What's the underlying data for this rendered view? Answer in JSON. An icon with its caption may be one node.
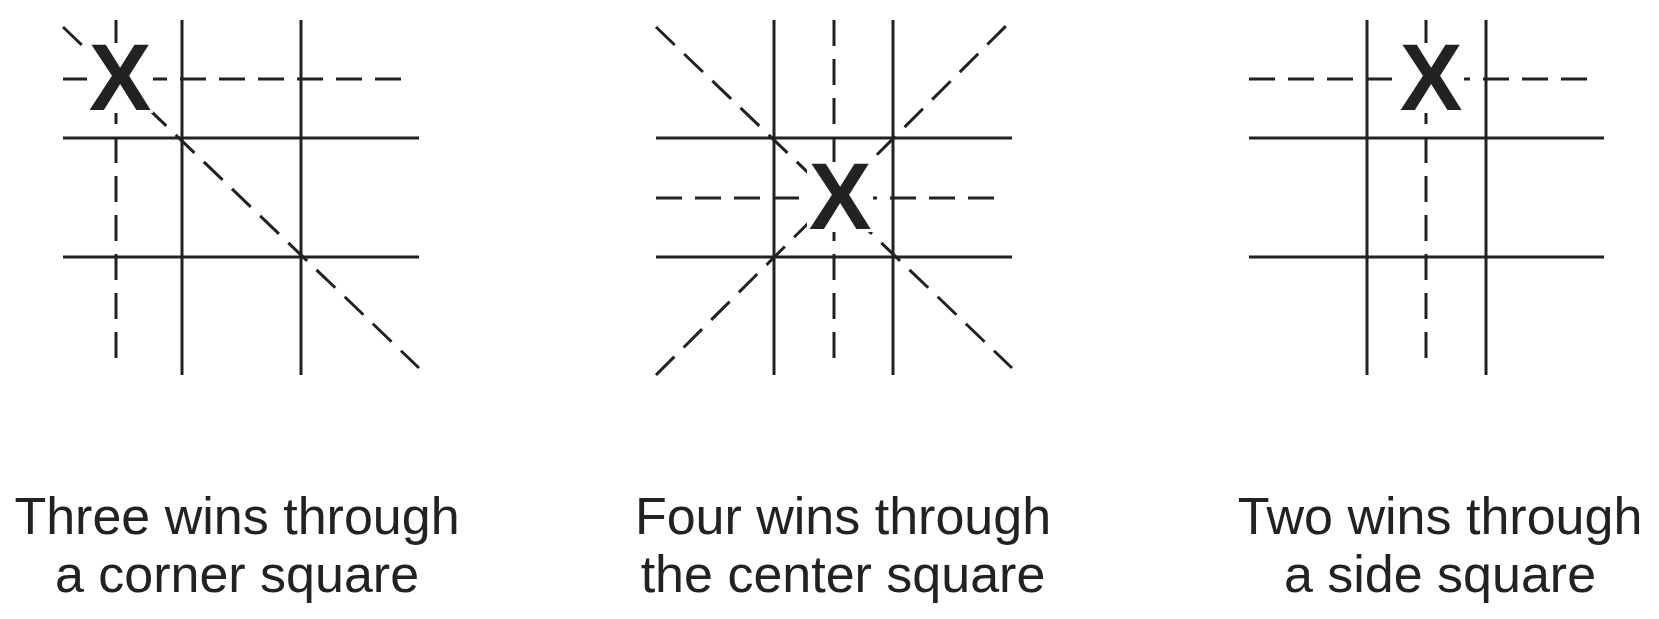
{
  "diagram": {
    "labels": [
      "X",
      "X",
      "X",
      "Three wins through a corner square",
      "Four wins through the center square",
      "Two wins through a side square"
    ]
  }
}
